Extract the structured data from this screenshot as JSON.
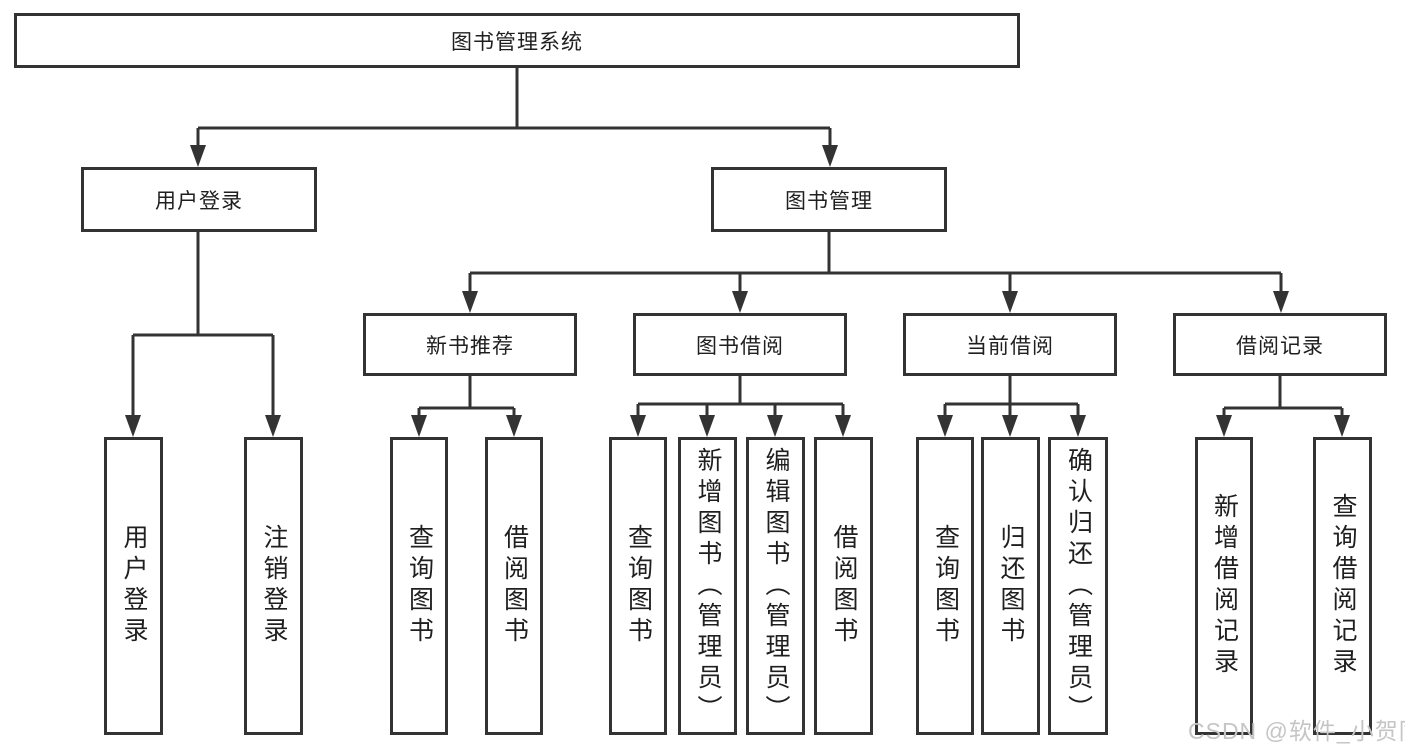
{
  "tree": {
    "label": "图书管理系统",
    "children": [
      {
        "label": "用户登录",
        "children": [
          {
            "label": "用户登录"
          },
          {
            "label": "注销登录"
          }
        ]
      },
      {
        "label": "图书管理",
        "children": [
          {
            "label": "新书推荐",
            "children": [
              {
                "label": "查询图书"
              },
              {
                "label": "借阅图书"
              }
            ]
          },
          {
            "label": "图书借阅",
            "children": [
              {
                "label": "查询图书"
              },
              {
                "label": "新增图书（管理员）"
              },
              {
                "label": "编辑图书（管理员）"
              },
              {
                "label": "借阅图书"
              }
            ]
          },
          {
            "label": "当前借阅",
            "children": [
              {
                "label": "查询图书"
              },
              {
                "label": "归还图书"
              },
              {
                "label": "确认归还（管理员）"
              }
            ]
          },
          {
            "label": "借阅记录",
            "children": [
              {
                "label": "新增借阅记录"
              },
              {
                "label": "查询借阅记录"
              }
            ]
          }
        ]
      }
    ]
  },
  "watermark": {
    "text": "CSDN @软件_小贺同学",
    "color": "#c5c5c5"
  },
  "colors": {
    "line": "#333333",
    "box_border": "#333333",
    "text": "#1f1f1f",
    "background": "#ffffff",
    "watermark": "#c5c5c5"
  }
}
